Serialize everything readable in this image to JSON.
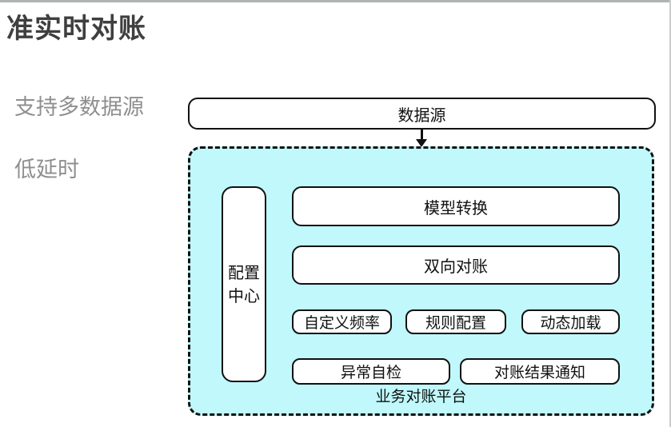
{
  "page": {
    "title": "准实时对账"
  },
  "side_labels": [
    {
      "label": "支持多数据源"
    },
    {
      "label": "低延时"
    }
  ],
  "diagram": {
    "data_source": {
      "label": "数据源"
    },
    "arrow": {
      "name": "down-arrow"
    },
    "platform": {
      "label": "业务对账平台",
      "config_center": {
        "label": "配置中心"
      },
      "modules": [
        {
          "label": "模型转换"
        },
        {
          "label": "双向对账"
        }
      ],
      "features": [
        {
          "label": "自定义频率"
        },
        {
          "label": "规则配置"
        },
        {
          "label": "动态加载"
        }
      ],
      "checks": [
        {
          "label": "异常自检"
        },
        {
          "label": "对账结果通知"
        }
      ]
    }
  },
  "colors": {
    "platform_background": "#c0f8fb",
    "box_border": "#111111",
    "title_text": "#3f3f3f",
    "side_label_text": "#8f8f8f",
    "frame_top_line": "#b0b3b5",
    "frame_right_line": "#cbcdce"
  }
}
